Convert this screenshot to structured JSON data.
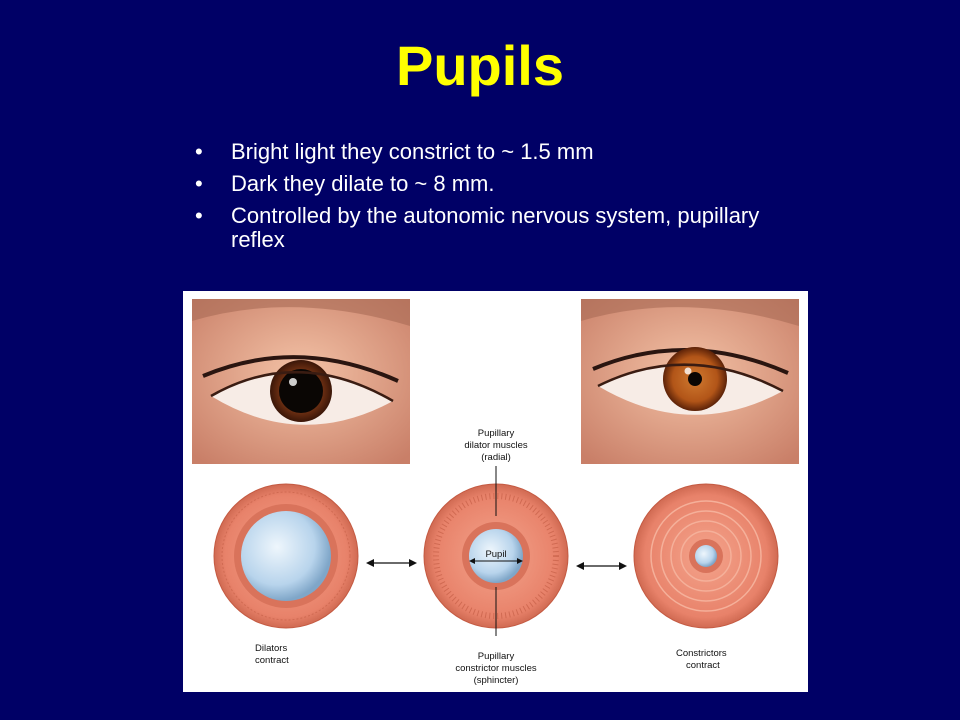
{
  "slide": {
    "title": "Pupils",
    "bullets": [
      "Bright light they constrict to ~ 1.5 mm",
      "Dark they dilate to ~ 8 mm.",
      "Controlled by the autonomic nervous system, pupillary reflex"
    ]
  },
  "colors": {
    "background": "#000066",
    "title": "#ffff00",
    "bullet_text": "#ffffff",
    "iris_muscle": "#e8826a",
    "pupil": "#b8d4ec"
  },
  "figure": {
    "labels": {
      "dilator_l1": "Pupillary",
      "dilator_l2": "dilator muscles",
      "dilator_l3": "(radial)",
      "pupil": "Pupil",
      "left_l1": "Dilators",
      "left_l2": "contract",
      "right_l1": "Constrictors",
      "right_l2": "contract",
      "constrictor_l1": "Pupillary",
      "constrictor_l2": "constrictor muscles",
      "constrictor_l3": "(sphincter)"
    }
  }
}
